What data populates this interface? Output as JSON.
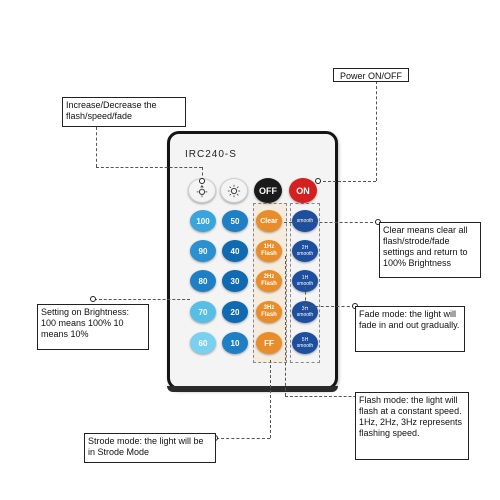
{
  "remote": {
    "model": "IRC240-S",
    "top_row": [
      {
        "icon": "brightness-up-icon",
        "label": ""
      },
      {
        "icon": "brightness-down-icon",
        "label": ""
      },
      {
        "label": "OFF"
      },
      {
        "label": "ON"
      }
    ],
    "brightness_left": [
      "100",
      "90",
      "80",
      "70",
      "60"
    ],
    "brightness_right": [
      "50",
      "40",
      "30",
      "20",
      "10"
    ],
    "mode_column": [
      "Clear",
      "1Hz\nFlash",
      "2Hz\nFlash",
      "3Hz\nFlash",
      "FF"
    ],
    "fade_column": [
      "smooth",
      "2H\nsmooth",
      "1H\nsmooth",
      "3H\nsmooth",
      "5H\nsmooth"
    ]
  },
  "callouts": {
    "power": "Power ON/OFF",
    "adjust": "Increase/Decrease the flash/speed/fade",
    "clear": "Clear means clear all flash/strode/fade settings and return to 100% Brightness",
    "fade": "Fade mode: the light will fade in and out gradually.",
    "brightness": "Setting on Brightness: 100 means 100% 10  means 10%",
    "flash": "Flash mode: the light will flash at a constant speed. 1Hz, 2Hz, 3Hz represents flashing speed.",
    "strode": "Strode mode: the light will be in Strode Mode"
  },
  "colors": {
    "orange": "#e98d2a",
    "red": "#d42020",
    "black": "#1a1a1a",
    "blue_dark": "#0f6ab2",
    "blue_light": "#7ad1ef",
    "smooth_blue": "#1e4f9e"
  }
}
